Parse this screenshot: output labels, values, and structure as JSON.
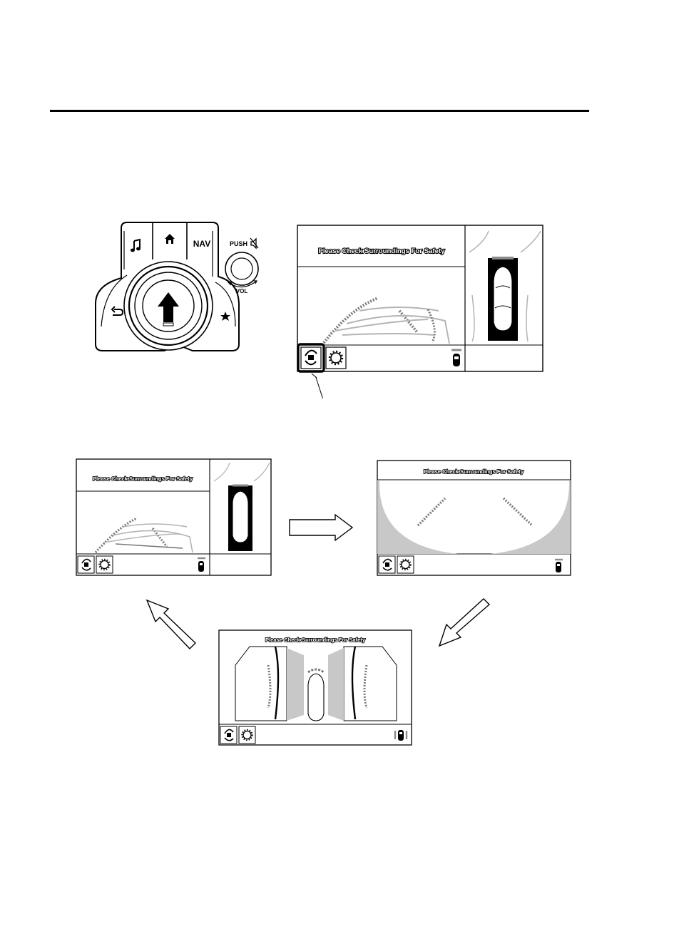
{
  "controller": {
    "nav_label": "NAV",
    "push_label": "PUSH",
    "vol_label": "VOL",
    "icons": [
      "music-note-icon",
      "home-icon",
      "back-icon",
      "favorite-star-icon",
      "mute-icon",
      "up-arrow-icon"
    ]
  },
  "screens": {
    "caption": "Please Check Surroundings For Safety",
    "icons": [
      "view-switch-icon",
      "settings-gear-icon",
      "car-status-icon"
    ]
  },
  "colors": {
    "line": "#000000",
    "background": "#ffffff",
    "guide_line": "#b4b4b4",
    "dashed_guide": "#7a7a7a",
    "shade": "#c8c8c8"
  }
}
